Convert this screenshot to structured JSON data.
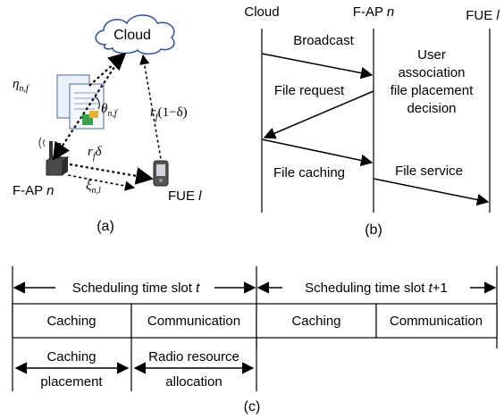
{
  "panel_a": {
    "cloud_label": "Cloud",
    "fap_label": "F-AP",
    "fap_var": "n",
    "fue_label": "FUE",
    "fue_var": "l",
    "eta_sym": "η",
    "eta_sub": "n,f",
    "theta_sym": "θ",
    "theta_sub": "n,f",
    "r_delta_sym": "r",
    "r_delta_sub": "f",
    "r_delta_tail": "δ",
    "r_one_sym": "r",
    "r_one_sub": "f",
    "r_one_tail": "(1−δ)",
    "xi_sym": "ξ",
    "xi_sub": "n,l",
    "caption": "(a)"
  },
  "panel_b": {
    "col_cloud": "Cloud",
    "col_fap": "F-AP",
    "col_fap_var": "n",
    "col_fue": "FUE",
    "col_fue_var": "l",
    "broadcast": "Broadcast",
    "decision_line1": "User",
    "decision_line2": "association",
    "decision_line3": "file placement",
    "decision_line4": "decision",
    "file_request": "File request",
    "file_caching": "File caching",
    "file_service": "File service",
    "caption": "(b)"
  },
  "panel_c": {
    "slot_t_label": "Scheduling time slot",
    "slot_t_var": "t",
    "slot_t1_label": "Scheduling time slot",
    "slot_t1_var": "t",
    "slot_t1_tail": "+1",
    "caching_1": "Caching",
    "communication_1": "Communication",
    "caching_2": "Caching",
    "communication_2": "Communication",
    "caching_placement_1": "Caching",
    "caching_placement_2": "placement",
    "radio_1": "Radio resource",
    "radio_2": "allocation",
    "caption": "(c)"
  }
}
